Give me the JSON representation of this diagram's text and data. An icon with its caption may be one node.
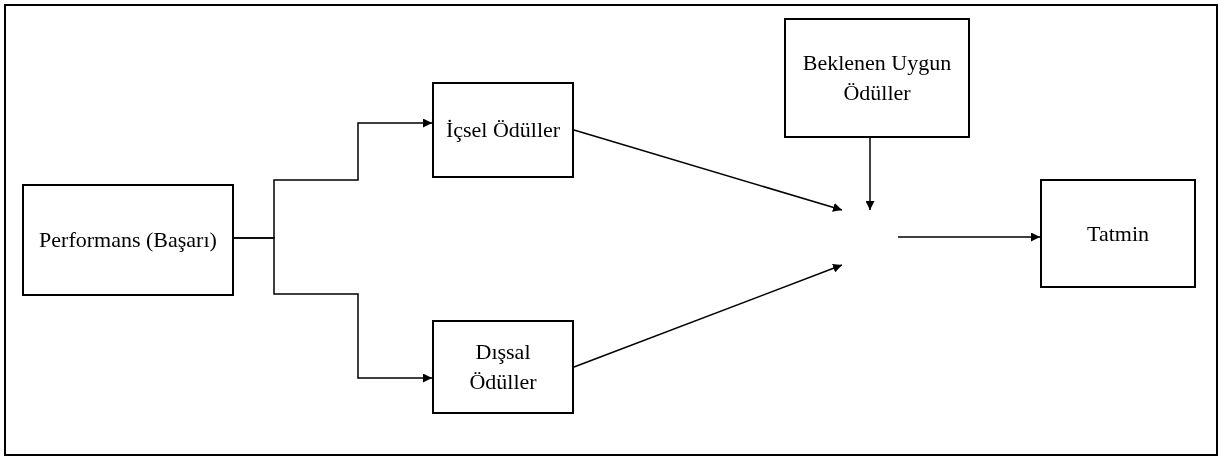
{
  "diagram": {
    "nodes": [
      {
        "text": [
          "Performans (Başarı)"
        ]
      },
      {
        "text": [
          "İçsel Ödüller"
        ]
      },
      {
        "text": [
          "Dışsal Ödüller"
        ]
      },
      {
        "text": [
          "Beklenen Uygun Ödüller"
        ]
      },
      {
        "text": [
          "Tatmin"
        ]
      }
    ],
    "edges": [
      {
        "from": 0,
        "to": 1,
        "arrow": "to"
      },
      {
        "from": 0,
        "to": 2,
        "arrow": "to"
      },
      {
        "from": 1,
        "to": null,
        "arrow": "to"
      },
      {
        "from": 2,
        "to": null,
        "arrow": "to"
      },
      {
        "from": 3,
        "to": null,
        "arrow": "to"
      },
      {
        "from": null,
        "to": 4,
        "arrow": "to"
      }
    ]
  }
}
